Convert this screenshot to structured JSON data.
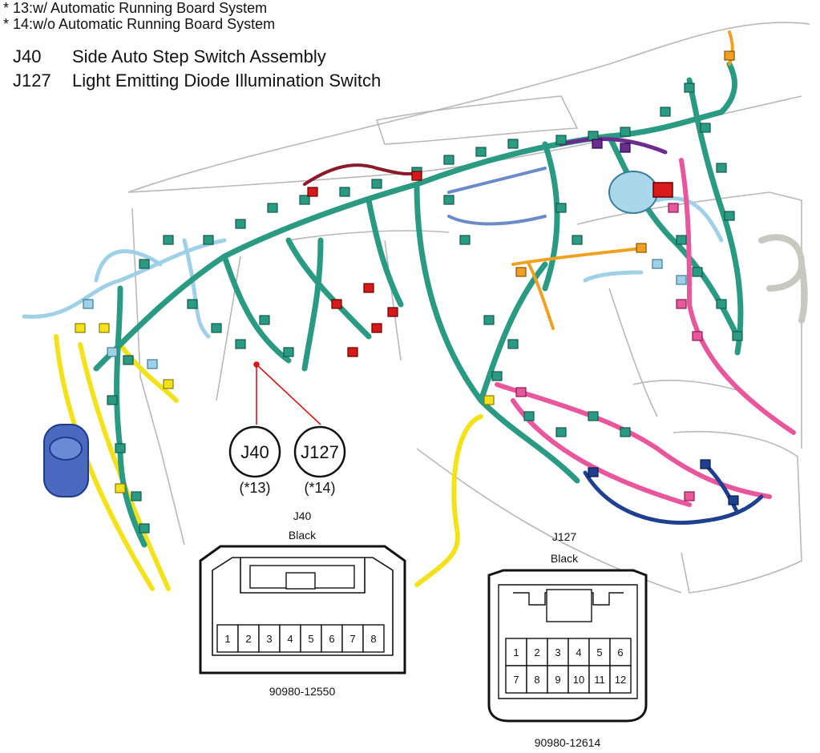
{
  "footnotes": [
    "* 13:w/ Automatic Running Board System",
    "* 14:w/o Automatic Running Board System"
  ],
  "legend": [
    {
      "code": "J40",
      "name": "Side Auto Step Switch Assembly"
    },
    {
      "code": "J127",
      "name": "Light Emitting Diode Illumination Switch"
    }
  ],
  "callouts": [
    {
      "code": "J40",
      "note": "(*13)"
    },
    {
      "code": "J127",
      "note": "(*14)"
    }
  ],
  "connectors": [
    {
      "code": "J40",
      "color": "Black",
      "part_number": "90980-12550",
      "pins": [
        "1",
        "2",
        "3",
        "4",
        "5",
        "6",
        "7",
        "8"
      ]
    },
    {
      "code": "J127",
      "color": "Black",
      "part_number": "90980-12614",
      "pins": [
        "1",
        "2",
        "3",
        "4",
        "5",
        "6",
        "7",
        "8",
        "9",
        "10",
        "11",
        "12"
      ]
    }
  ],
  "wire_colors": {
    "main_harness": "#2a9a82",
    "light_blue": "#9fd0e6",
    "yellow": "#f2e21b",
    "pink": "#e8579c",
    "navy": "#1f3f8f",
    "purple": "#6b2b8f",
    "dark_red": "#8a1a2a",
    "orange": "#f0a020",
    "red": "#d61a1a",
    "gray": "#c8c8c0",
    "callout_line": "#d01818"
  }
}
